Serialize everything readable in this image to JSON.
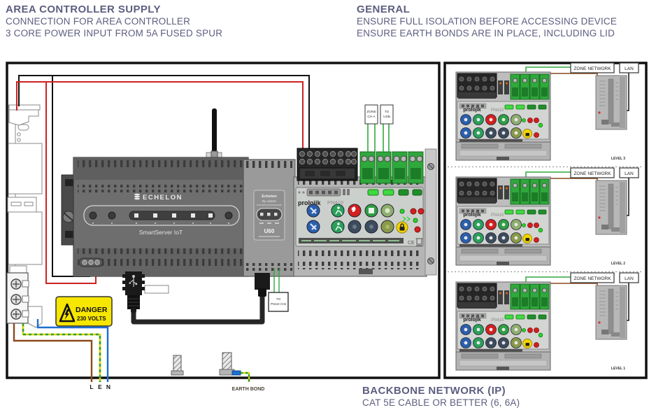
{
  "annotations": {
    "supply": {
      "title": "AREA CONTROLLER SUPPLY",
      "line1": "CONNECTION FOR AREA CONTROLLER",
      "line2": "3 CORE POWER INPUT FROM 5A FUSED SPUR"
    },
    "general": {
      "title": "GENERAL",
      "line1": "ENSURE FULL ISOLATION BEFORE ACCESSING DEVICE",
      "line2": "ENSURE EARTH BONDS ARE IN PLACE, INCLUDING LID"
    },
    "backbone": {
      "title": "BACKBONE NETWORK (IP)",
      "line1": "CAT 5E CABLE OR BETTER (6, 6A)"
    }
  },
  "enclosure": {
    "smartserver": {
      "brand": "ECHELON",
      "name": "SmartServer IoT"
    },
    "u60": {
      "brand": "Echelon",
      "brand2": "By Adesto",
      "name": "U60"
    },
    "pn410": {
      "brand": "prolojik",
      "model": "PN410",
      "ce_mark": "CE"
    },
    "labels": {
      "zone_ch_a1": "ZONE",
      "zone_ch_a2": "CH A",
      "to_usb1": "TO",
      "to_usb2": "USB",
      "to_pn410_1": "TO",
      "to_pn410_2": "PN410 CH2"
    },
    "danger": {
      "line1": "DANGER",
      "line2": "230 VOLTS"
    },
    "earth_bond_label": "EARTH BOND",
    "cores": {
      "l": "L",
      "e": "E",
      "n": "N"
    }
  },
  "network_panel": {
    "units": [
      {
        "brand": "prolojik",
        "model": "PN410",
        "zone_network_label": "ZONE NETWORK",
        "lan_label": "LAN",
        "level_label": "LEVEL 3"
      },
      {
        "brand": "prolojik",
        "model": "PN410",
        "zone_network_label": "ZONE NETWORK",
        "lan_label": "LAN",
        "level_label": "LEVEL 2"
      },
      {
        "brand": "prolojik",
        "model": "PN410",
        "zone_network_label": "ZONE NETWORK",
        "lan_label": "LAN",
        "level_label": "LEVEL 1"
      }
    ]
  },
  "colors": {
    "heading_text": "#5d5e80",
    "wire_red": "#cc2222",
    "wire_black": "#111111",
    "wire_brown": "#8a4a1e",
    "wire_blue": "#1d6fd1",
    "wire_earth_green": "#2f9e2f",
    "wire_earth_yellow": "#d4d400",
    "terminal_green": "#2fa83c",
    "danger_yellow": "#f7e600",
    "module_dark_gray": "#6e6e6e",
    "module_light_gray": "#ccd0cc"
  }
}
